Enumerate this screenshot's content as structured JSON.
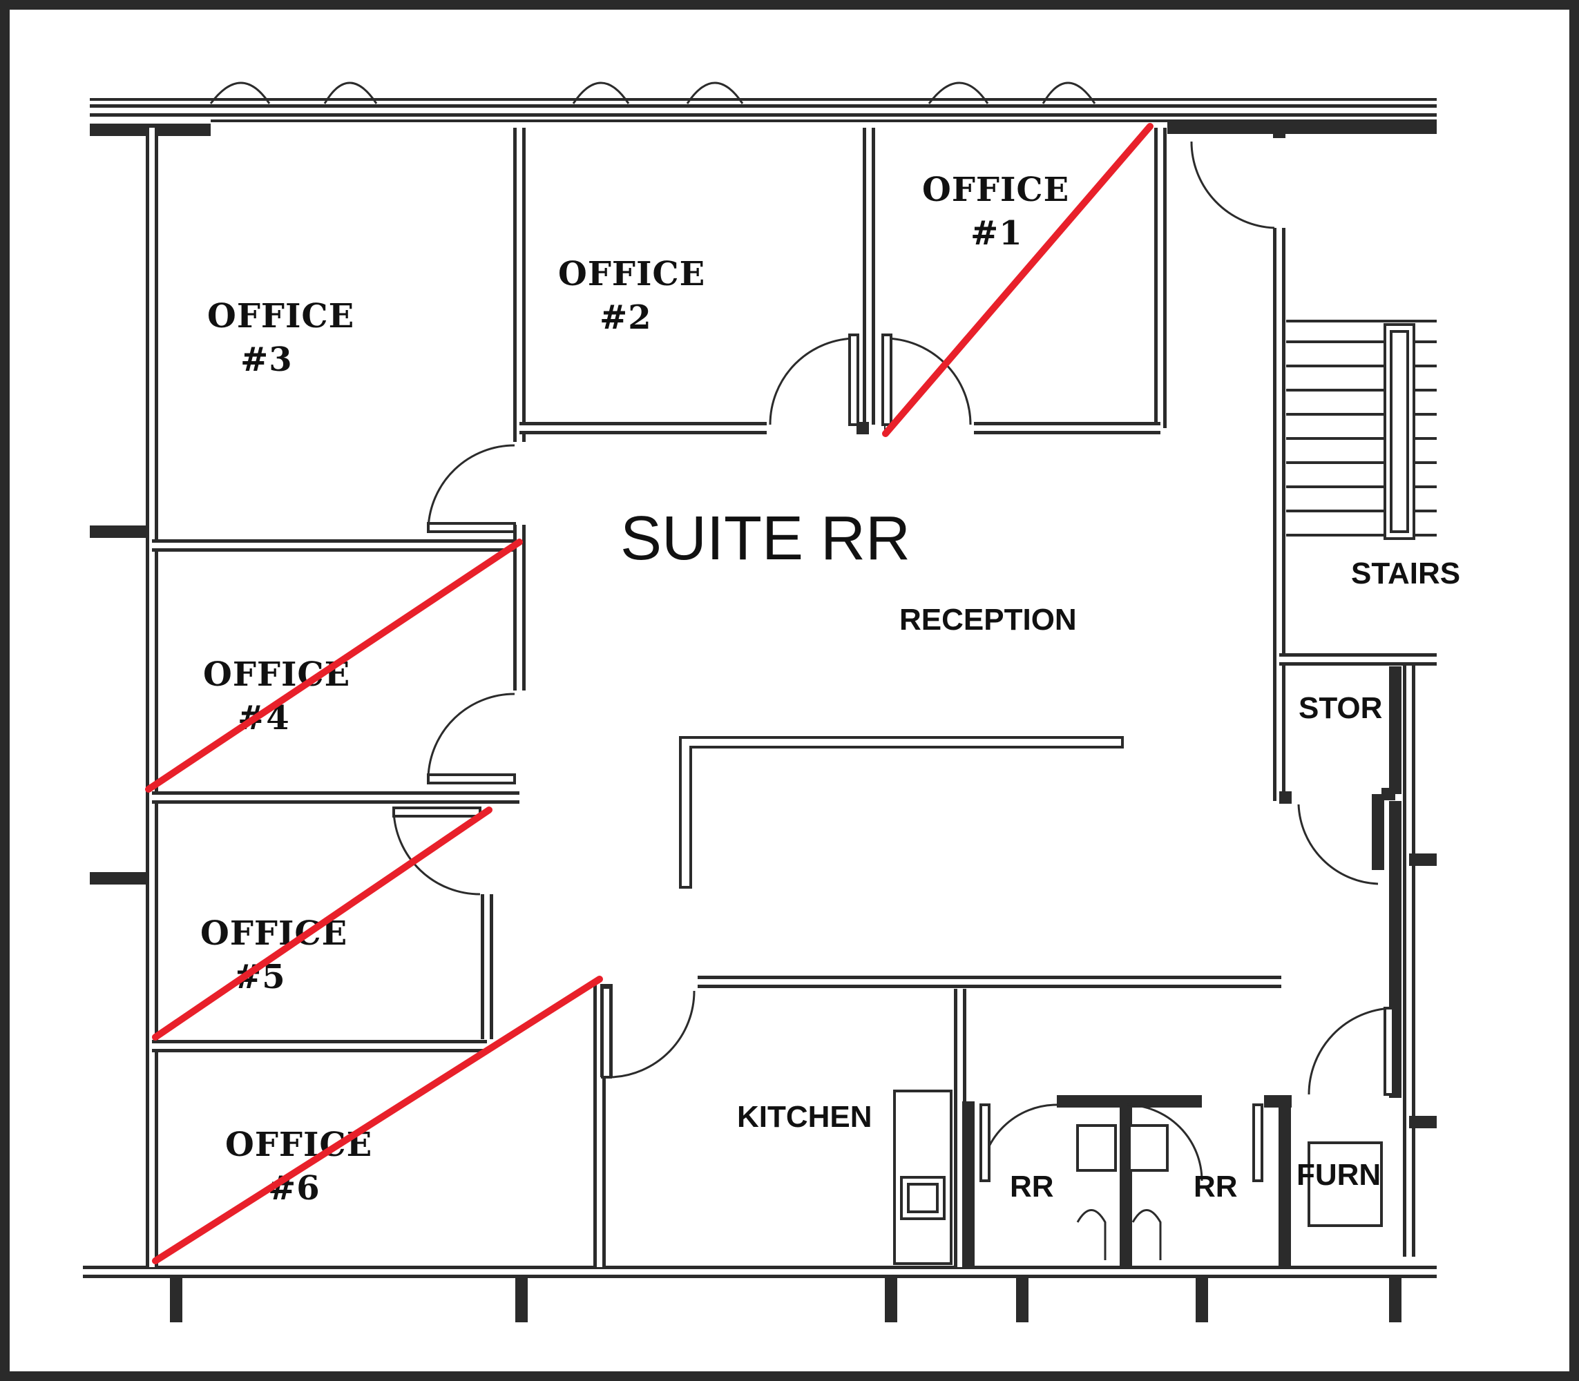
{
  "rooms": {
    "office1": {
      "line1": "OFFICE",
      "line2": "#1",
      "crossed_out": true
    },
    "office2": {
      "line1": "OFFICE",
      "line2": "#2",
      "crossed_out": false
    },
    "office3": {
      "line1": "OFFICE",
      "line2": "#3",
      "crossed_out": false
    },
    "office4": {
      "line1": "OFFICE",
      "line2": "#4",
      "crossed_out": true
    },
    "office5": {
      "line1": "OFFICE",
      "line2": "#5",
      "crossed_out": true
    },
    "office6": {
      "line1": "OFFICE",
      "line2": "#6",
      "crossed_out": true
    },
    "suite": "SUITE RR",
    "reception": "RECEPTION",
    "stairs": "STAIRS",
    "storage": "STOR",
    "kitchen": "KITCHEN",
    "restroom_left": "RR",
    "restroom_right": "RR",
    "furnace": "FURN"
  },
  "colors": {
    "wall": "#2b2b2b",
    "strike": "#e8202a",
    "background": "#ffffff"
  }
}
